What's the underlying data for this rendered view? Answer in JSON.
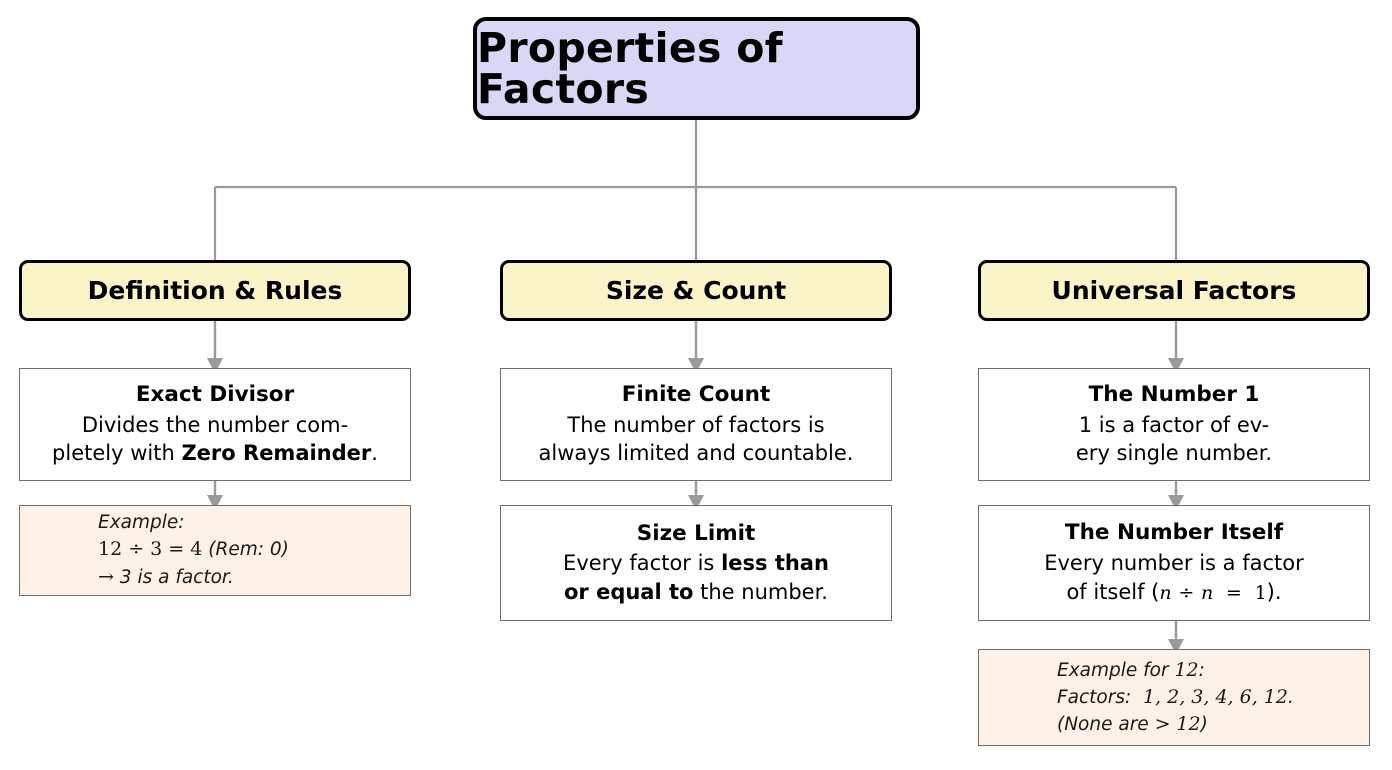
{
  "diagram": {
    "title": "Properties of Factors",
    "colors": {
      "root_fill": "#D8D8F6",
      "category_fill": "#FBF4C8",
      "leaf_fill": "#FFFFFF",
      "example_fill": "#FDF1E8",
      "edge": "#9a9a9a",
      "border": "#000000"
    },
    "root": {
      "label": "Properties of Factors"
    },
    "columns": [
      {
        "id": "definition-rules",
        "header": "Definition & Rules",
        "nodes": [
          {
            "type": "concept",
            "title": "Exact Divisor",
            "body_lines": [
              [
                {
                  "t": "Divides the number com-",
                  "b": false
                }
              ],
              [
                {
                  "t": "pletely with ",
                  "b": false
                },
                {
                  "t": "Zero Remainder",
                  "b": true
                },
                {
                  "t": ".",
                  "b": false
                }
              ]
            ]
          },
          {
            "type": "example",
            "lines": [
              "Example:",
              "12 ÷ 3 = 4 (Rem: 0)",
              "→ 3 is a factor."
            ]
          }
        ]
      },
      {
        "id": "size-count",
        "header": "Size & Count",
        "nodes": [
          {
            "type": "concept",
            "title": "Finite Count",
            "body_lines": [
              [
                {
                  "t": "The number of factors is",
                  "b": false
                }
              ],
              [
                {
                  "t": "always limited and countable.",
                  "b": false
                }
              ]
            ]
          },
          {
            "type": "concept",
            "title": "Size Limit",
            "body_lines": [
              [
                {
                  "t": "Every factor is ",
                  "b": false
                },
                {
                  "t": "less than",
                  "b": true
                }
              ],
              [
                {
                  "t": "or equal to",
                  "b": true
                },
                {
                  "t": " the number.",
                  "b": false
                }
              ]
            ]
          }
        ]
      },
      {
        "id": "universal-factors",
        "header": "Universal Factors",
        "nodes": [
          {
            "type": "concept",
            "title": "The Number 1",
            "body_lines": [
              [
                {
                  "t": "1 is a factor of ev-",
                  "b": false
                }
              ],
              [
                {
                  "t": "ery single number.",
                  "b": false
                }
              ]
            ]
          },
          {
            "type": "concept",
            "title": "The Number Itself",
            "body_lines": [
              [
                {
                  "t": "Every number is a factor",
                  "b": false
                }
              ],
              [
                {
                  "t": "of itself (n ÷ n = 1).",
                  "b": false
                }
              ]
            ]
          },
          {
            "type": "example",
            "lines": [
              "Example for 12:",
              "Factors: 1, 2, 3, 4, 6, 12.",
              "(None are > 12)"
            ]
          }
        ]
      }
    ]
  }
}
